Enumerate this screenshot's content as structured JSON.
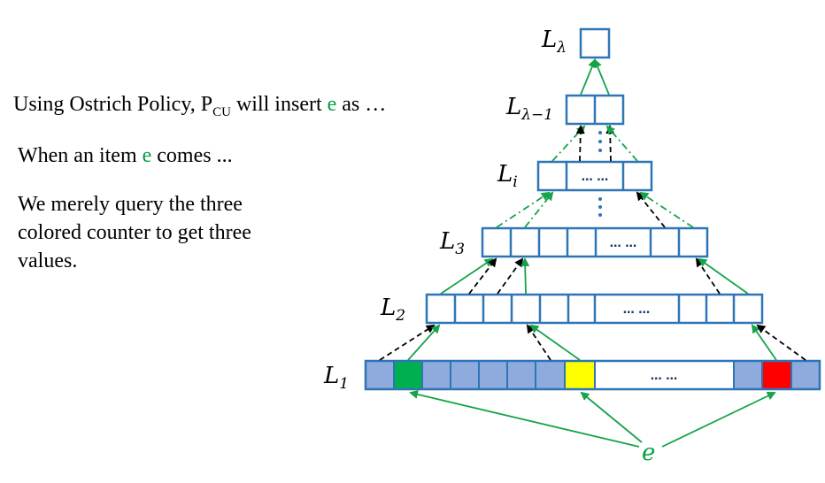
{
  "text": {
    "line1_prefix": "Using Ostrich Policy, P",
    "line1_sub": "CU",
    "line1_mid": " will insert ",
    "line1_e": "e",
    "line1_suffix": " as …",
    "line2_prefix": "When an item ",
    "line2_e": "e",
    "line2_suffix": " comes ...",
    "line3_a": "We merely query the three",
    "line3_b": "colored counter to get three",
    "line3_c": "values."
  },
  "labels": {
    "L": "L",
    "lambda_sub": "λ",
    "lambda_minus_1_sub": "λ−1",
    "i_sub": "i",
    "three_sub": "3",
    "two_sub": "2",
    "one_sub": "1",
    "item": "e"
  },
  "ellipsis": "… …",
  "vertical_dots": "⋮",
  "colors": {
    "outline": "#2E75B6",
    "light_fill": "#8FAADC",
    "green": "#00B050",
    "yellow": "#FFFF00",
    "red": "#FF0000",
    "arrow_green": "#16A34A",
    "arrow_black": "#000000",
    "e_text": "#00A040",
    "ellipsis_text": "#1F3864"
  }
}
